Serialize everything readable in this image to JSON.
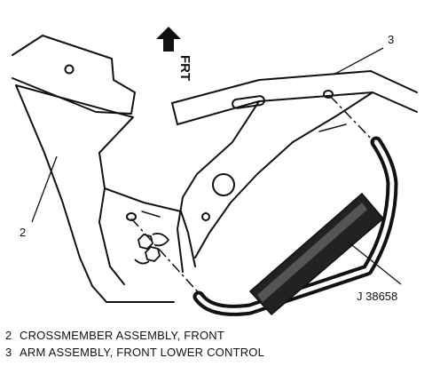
{
  "direction": {
    "label": "FRT",
    "icon": "arrow-up-icon"
  },
  "callouts": {
    "crossmember": "2",
    "control_arm": "3",
    "tool": "J 38658"
  },
  "legend": [
    {
      "num": "2",
      "text": "CROSSMEMBER ASSEMBLY, FRONT"
    },
    {
      "num": "3",
      "text": "ARM ASSEMBLY, FRONT LOWER CONTROL"
    }
  ]
}
